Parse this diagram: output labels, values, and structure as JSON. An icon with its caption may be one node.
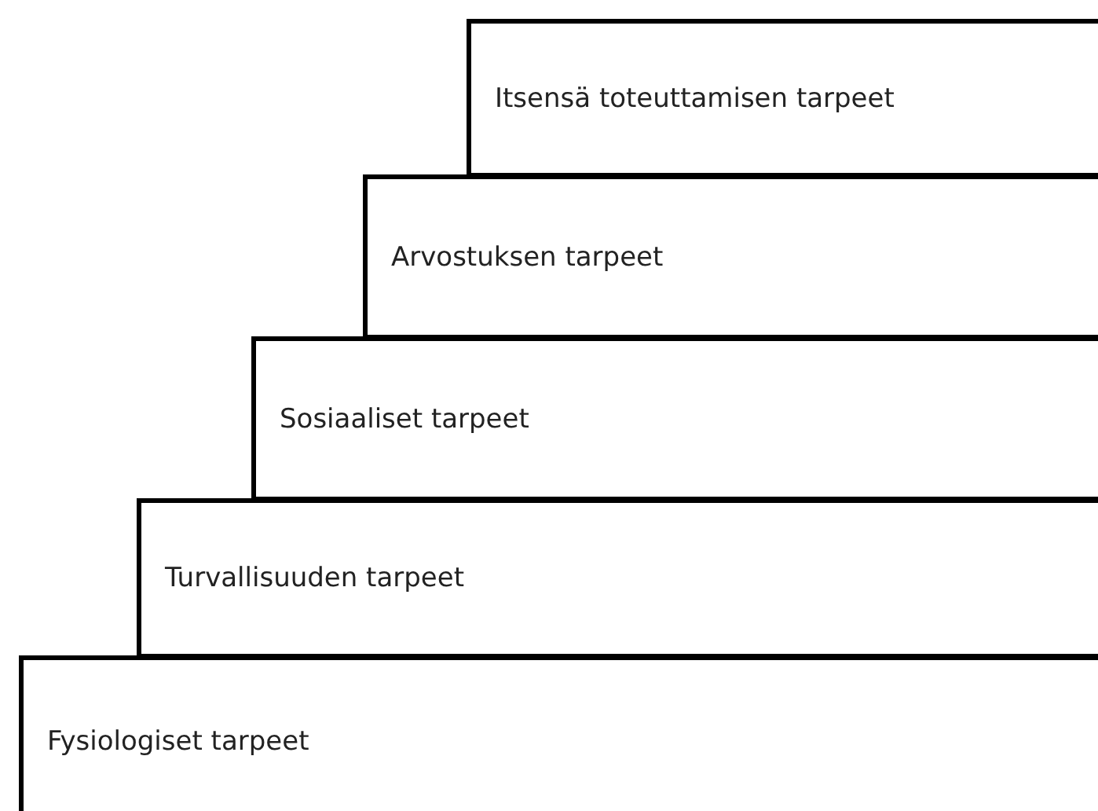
{
  "diagram": {
    "nodes": [
      {
        "text": [
          "Itsensä toteuttamisen tarpeet"
        ]
      },
      {
        "text": [
          "Arvostuksen tarpeet"
        ]
      },
      {
        "text": [
          "Sosiaaliset tarpeet"
        ]
      },
      {
        "text": [
          "Turvallisuuden tarpeet"
        ]
      },
      {
        "text": [
          "Fysiologiset tarpeet"
        ]
      }
    ]
  }
}
